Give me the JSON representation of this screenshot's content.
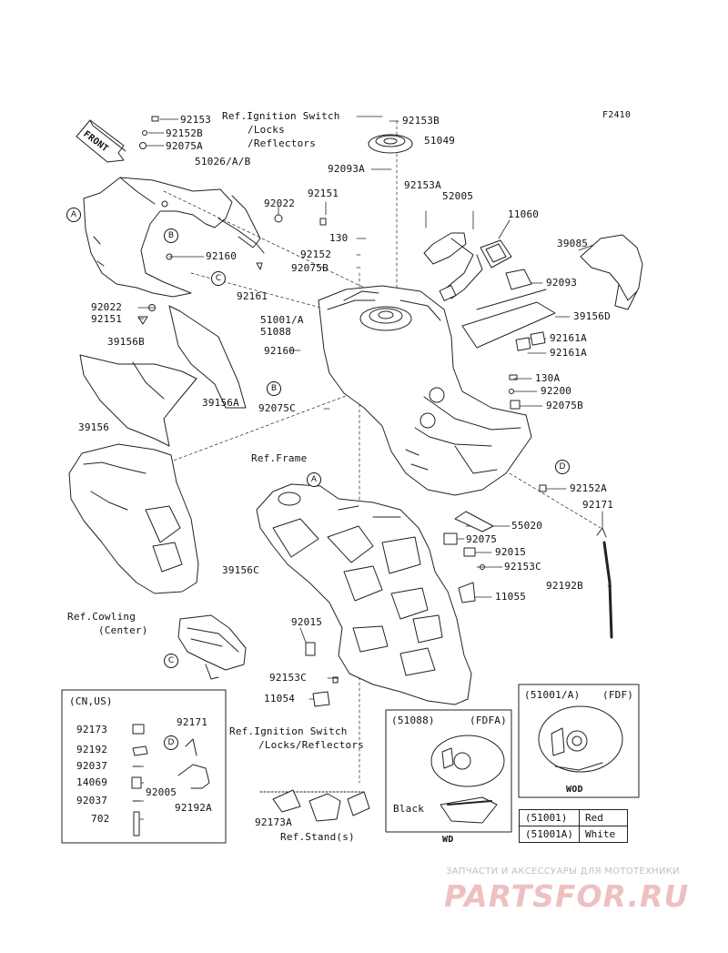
{
  "figure_code": "F2410",
  "labels": {
    "front": "FRONT",
    "p92153_top": "92153",
    "p92152B": "92152B",
    "p92075A": "92075A",
    "ref_ignition_top_1": "Ref.Ignition Switch",
    "ref_ignition_top_2": "/Locks",
    "ref_ignition_top_3": "/Reflectors",
    "p92153B": "92153B",
    "p51049": "51049",
    "p92093A": "92093A",
    "p51026AB": "51026/A/B",
    "p92022_top": "92022",
    "p92151_top": "92151",
    "p92153A": "92153A",
    "p52005": "52005",
    "p11060": "11060",
    "p39085": "39085",
    "p130_top": "130",
    "p92152": "92152",
    "p92075B_top": "92075B",
    "p92160_top": "92160",
    "p92161": "92161",
    "p92093": "92093",
    "p92022_left": "92022",
    "p92151_left": "92151",
    "p51001A": "51001/A",
    "p51088_main": "51088",
    "p39156D": "39156D",
    "p39156B": "39156B",
    "p92160_mid": "92160",
    "p92161A_1": "92161A",
    "p92161A_2": "92161A",
    "p130A": "130A",
    "p92200": "92200",
    "p92075B_right": "92075B",
    "p39156A": "39156A",
    "p92075C": "92075C",
    "p39156": "39156",
    "ref_frame": "Ref.Frame",
    "p92152A": "92152A",
    "p92171_right": "92171",
    "p55020": "55020",
    "p92075": "92075",
    "p92015_right": "92015",
    "p92153C_right": "92153C",
    "p39156C": "39156C",
    "p92192B": "92192B",
    "p11055": "11055",
    "ref_cowling_1": "Ref.Cowling",
    "ref_cowling_2": "(Center)",
    "p92015_left": "92015",
    "p92153C_left": "92153C",
    "p11054": "11054",
    "inset_cnus_title": "(CN,US)",
    "p92173": "92173",
    "p92171_inset": "92171",
    "p92192": "92192",
    "p92037_1": "92037",
    "p14069": "14069",
    "p92005": "92005",
    "p92037_2": "92037",
    "p92192A": "92192A",
    "p702": "702",
    "ref_ignition_bot_1": "Ref.Ignition Switch",
    "ref_ignition_bot_2": "/Locks/Reflectors",
    "p92173A": "92173A",
    "ref_stand": "Ref.Stand(s)",
    "inset_51088_title": "(51088)",
    "inset_51088_tag": "(FDFA)",
    "black": "Black",
    "wd": "WD",
    "inset_51001A_title": "(51001/A)",
    "inset_51001A_tag": "(FDF)",
    "wod": "WOD"
  },
  "callouts": {
    "A": "A",
    "B": "B",
    "C": "C",
    "D": "D"
  },
  "color_table": [
    {
      "code": "(51001)",
      "color": "Red"
    },
    {
      "code": "(51001A)",
      "color": "White"
    }
  ],
  "watermark": {
    "line1": "ЗАПЧАСТИ И АКСЕССУАРЫ ДЛЯ МОТОТЕХНИКИ",
    "line2": "PARTSFOR.RU"
  }
}
